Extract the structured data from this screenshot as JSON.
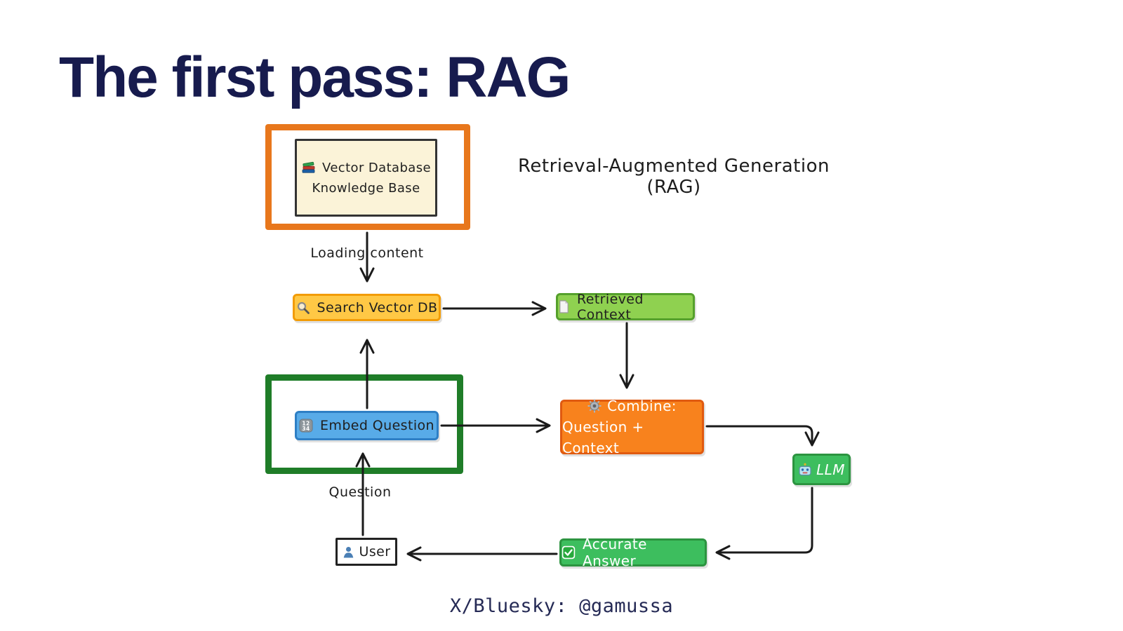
{
  "slide": {
    "title": "The first pass: RAG",
    "footer": "X/Bluesky: @gamussa"
  },
  "diagram": {
    "caption": "Retrieval-Augmented Generation (RAG)",
    "nodes": {
      "knowledge_base": {
        "icon": "books-icon",
        "line1": "Vector Database",
        "line2": "Knowledge Base"
      },
      "search_vector_db": {
        "icon": "magnifier-icon",
        "label": "Search Vector DB"
      },
      "retrieved_context": {
        "icon": "page-icon",
        "label": "Retrieved Context"
      },
      "embed_question": {
        "icon": "input-numbers-icon",
        "label": "Embed Question"
      },
      "combine": {
        "icon": "gear-icon",
        "line1": "Combine:",
        "line2": "Question + Context"
      },
      "llm": {
        "icon": "robot-icon",
        "label": "LLM"
      },
      "accurate_answer": {
        "icon": "check-mark-icon",
        "label": "Accurate Answer"
      },
      "user": {
        "icon": "person-icon",
        "label": "User"
      }
    },
    "edge_labels": {
      "loading_content": "Loading content",
      "question": "Question"
    },
    "colors": {
      "title": "#171B4E",
      "orange_frame": "#E8771C",
      "green_frame": "#1F7D28",
      "knowledge_base_fill": "#FBF3D8",
      "search_fill": "#FFC845",
      "search_border": "#F29C07",
      "context_fill": "#8FD150",
      "context_border": "#55A02C",
      "embed_fill": "#58ABE8",
      "embed_border": "#2E7FC5",
      "combine_fill": "#F8821D",
      "combine_border": "#E05A10",
      "llm_fill": "#3DBE5E",
      "llm_border": "#2C9440",
      "arrow": "#1A1A1A"
    }
  }
}
